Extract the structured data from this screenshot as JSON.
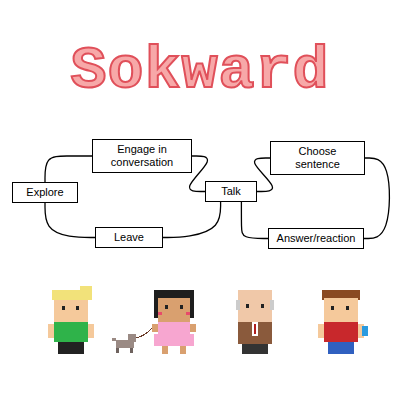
{
  "diagram": {
    "title": "Sokward",
    "nodes": [
      {
        "text": [
          "Engage in conversation"
        ]
      },
      {
        "text": [
          "Choose sentence"
        ]
      },
      {
        "text": [
          "Explore"
        ]
      },
      {
        "text": [
          "Talk"
        ]
      },
      {
        "text": [
          "Leave"
        ]
      },
      {
        "text": [
          "Answer/reaction"
        ]
      }
    ],
    "edges": [
      {
        "from": 2,
        "to": 0,
        "arrow": "none"
      },
      {
        "from": 0,
        "to": 3,
        "arrow": "none"
      },
      {
        "from": 3,
        "to": 1,
        "arrow": "none"
      },
      {
        "from": 1,
        "to": 5,
        "arrow": "none"
      },
      {
        "from": 5,
        "to": 3,
        "arrow": "none"
      },
      {
        "from": 3,
        "to": 4,
        "arrow": "none"
      },
      {
        "from": 4,
        "to": 2,
        "arrow": "none"
      }
    ]
  }
}
